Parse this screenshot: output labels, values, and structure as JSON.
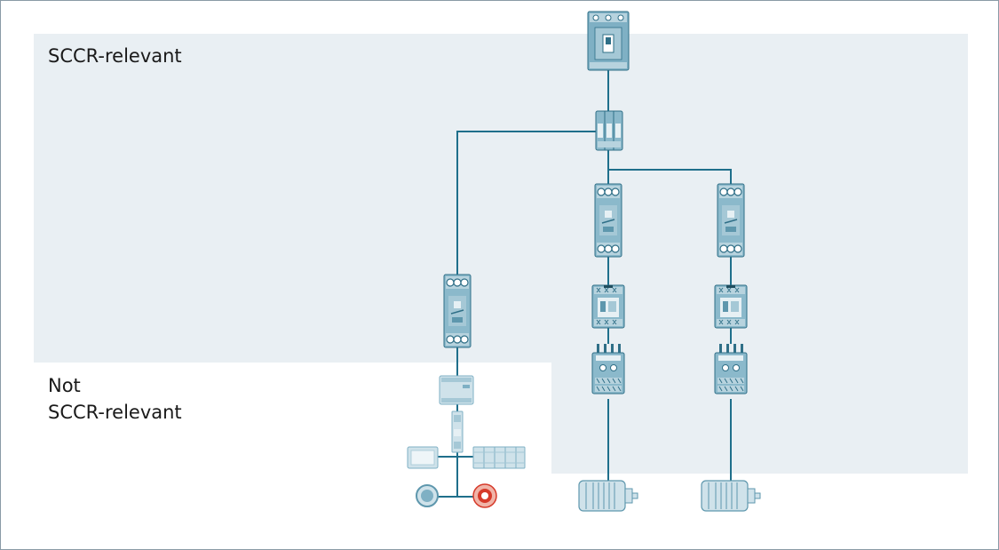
{
  "labels": {
    "relevant": "SCCR-relevant",
    "not_relevant_line1": "Not",
    "not_relevant_line2": "SCCR-relevant"
  },
  "colors": {
    "zone_fill": "#e9eff3",
    "frame_border": "#8a9aa6",
    "line": "#1f6f8b",
    "device_fill": "#7fb0c4",
    "device_light": "#b7d3de",
    "device_dark": "#2f6f87",
    "emergency_red": "#d63a2a"
  },
  "icons": {
    "circuit_breaker": "molded-case-circuit-breaker-icon",
    "fuse_block": "fuse-holder-icon",
    "motor_protector": "motor-protection-breaker-icon",
    "contactor": "contactor-icon",
    "overload_relay": "overload-relay-icon",
    "power_supply": "power-supply-icon",
    "terminal": "terminal-block-icon",
    "hmi": "hmi-panel-icon",
    "io_module": "io-module-icon",
    "rotary_knob": "rotary-switch-icon",
    "emergency_stop": "emergency-stop-icon",
    "motor": "motor-icon"
  }
}
